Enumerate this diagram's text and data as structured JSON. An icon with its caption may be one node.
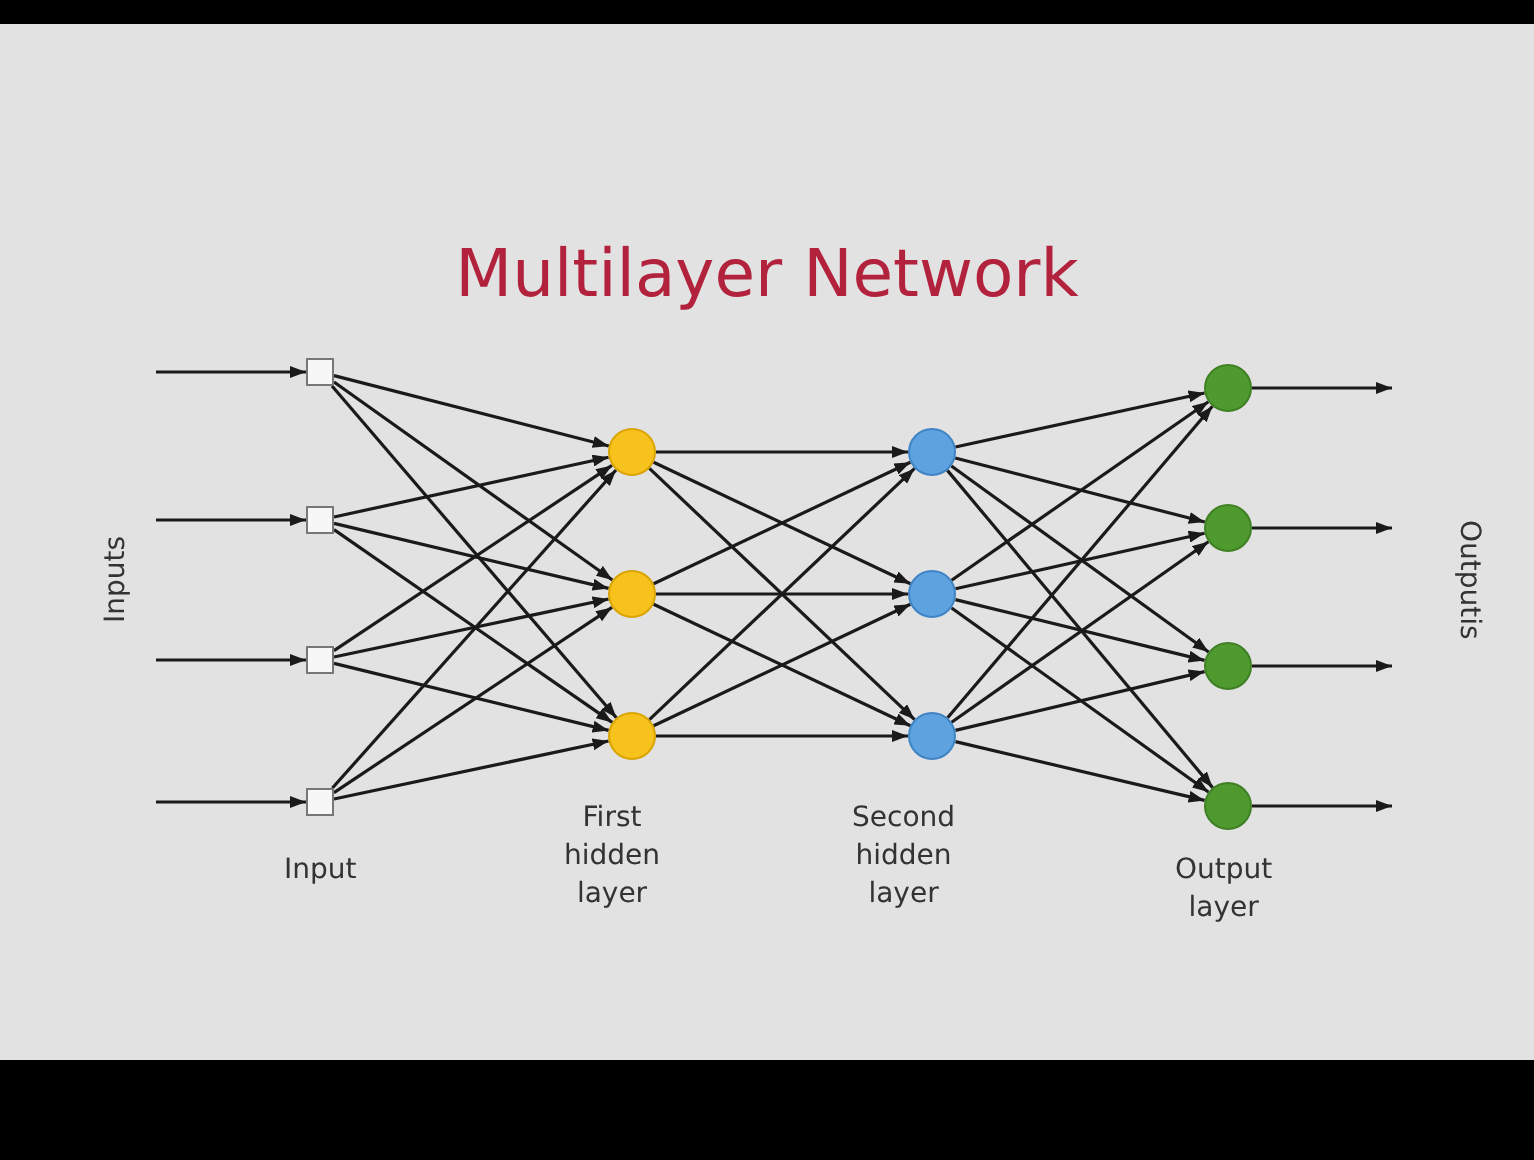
{
  "diagram": {
    "title": "Multilayer Network",
    "nodes": [
      {
        "text": [],
        "shape": "box"
      },
      {
        "text": [],
        "shape": "box"
      },
      {
        "text": [],
        "shape": "box"
      },
      {
        "text": [],
        "shape": "box"
      },
      {
        "text": [],
        "shape": "circle"
      },
      {
        "text": [],
        "shape": "circle"
      },
      {
        "text": [],
        "shape": "circle"
      },
      {
        "text": [],
        "shape": "circle"
      },
      {
        "text": [],
        "shape": "circle"
      },
      {
        "text": [],
        "shape": "circle"
      },
      {
        "text": [],
        "shape": "circle"
      },
      {
        "text": [],
        "shape": "circle"
      },
      {
        "text": [],
        "shape": "circle"
      },
      {
        "text": [],
        "shape": "circle"
      }
    ],
    "edges": [
      {
        "from": null,
        "to": 0,
        "arrow": "to"
      },
      {
        "from": null,
        "to": 1,
        "arrow": "to"
      },
      {
        "from": null,
        "to": 2,
        "arrow": "to"
      },
      {
        "from": null,
        "to": 3,
        "arrow": "to"
      },
      {
        "from": 0,
        "to": 4,
        "arrow": "to"
      },
      {
        "from": 0,
        "to": 5,
        "arrow": "to"
      },
      {
        "from": 0,
        "to": 6,
        "arrow": "to"
      },
      {
        "from": 1,
        "to": 4,
        "arrow": "to"
      },
      {
        "from": 1,
        "to": 5,
        "arrow": "to"
      },
      {
        "from": 1,
        "to": 6,
        "arrow": "to"
      },
      {
        "from": 2,
        "to": 4,
        "arrow": "to"
      },
      {
        "from": 2,
        "to": 5,
        "arrow": "to"
      },
      {
        "from": 2,
        "to": 6,
        "arrow": "to"
      },
      {
        "from": 3,
        "to": 4,
        "arrow": "to"
      },
      {
        "from": 3,
        "to": 5,
        "arrow": "to"
      },
      {
        "from": 3,
        "to": 6,
        "arrow": "to"
      },
      {
        "from": 4,
        "to": 7,
        "arrow": "to"
      },
      {
        "from": 4,
        "to": 8,
        "arrow": "to"
      },
      {
        "from": 4,
        "to": 9,
        "arrow": "to"
      },
      {
        "from": 5,
        "to": 7,
        "arrow": "to"
      },
      {
        "from": 5,
        "to": 8,
        "arrow": "to"
      },
      {
        "from": 5,
        "to": 9,
        "arrow": "to"
      },
      {
        "from": 6,
        "to": 7,
        "arrow": "to"
      },
      {
        "from": 6,
        "to": 8,
        "arrow": "to"
      },
      {
        "from": 6,
        "to": 9,
        "arrow": "to"
      },
      {
        "from": 7,
        "to": 10,
        "arrow": "to"
      },
      {
        "from": 7,
        "to": 11,
        "arrow": "to"
      },
      {
        "from": 7,
        "to": 12,
        "arrow": "to"
      },
      {
        "from": 7,
        "to": 13,
        "arrow": "to"
      },
      {
        "from": 8,
        "to": 10,
        "arrow": "to"
      },
      {
        "from": 8,
        "to": 11,
        "arrow": "to"
      },
      {
        "from": 8,
        "to": 12,
        "arrow": "to"
      },
      {
        "from": 8,
        "to": 13,
        "arrow": "to"
      },
      {
        "from": 9,
        "to": 10,
        "arrow": "to"
      },
      {
        "from": 9,
        "to": 11,
        "arrow": "to"
      },
      {
        "from": 9,
        "to": 12,
        "arrow": "to"
      },
      {
        "from": 9,
        "to": 13,
        "arrow": "to"
      },
      {
        "from": 10,
        "to": null,
        "arrow": "to"
      },
      {
        "from": 11,
        "to": null,
        "arrow": "to"
      },
      {
        "from": 12,
        "to": null,
        "arrow": "to"
      },
      {
        "from": 13,
        "to": null,
        "arrow": "to"
      }
    ],
    "labels": [
      "Inputs",
      "Input",
      "First hidden layer",
      "Second hidden layer",
      "Output layer",
      "Outputis"
    ]
  }
}
